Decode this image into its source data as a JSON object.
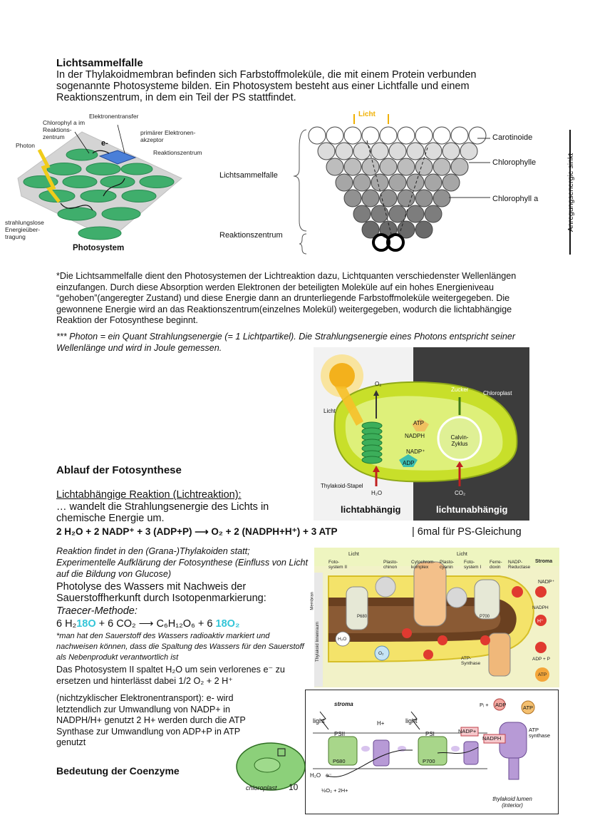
{
  "section1": {
    "title": "Lichtsammelfalle",
    "body": "In der Thylakoidmembran befinden sich Farbstoffmoleküle, die mit einem Protein verbunden sogenannte Photosysteme bilden. Ein Photosystem besteht aus einer Lichtfalle und einem Reaktionszentrum, in dem ein Teil der PS stattfindet."
  },
  "photosystem_figure": {
    "label_chlorophyll": "Chlorophyl a im Reaktions- zentrum",
    "label_transfer": "Elektronentransfer",
    "label_e": "e-",
    "label_acceptor": "primärer Elektronen- akzeptor",
    "label_center": "Reaktionszentrum",
    "label_photon": "Photon",
    "label_strahlungslos": "strahlungslose Energieüber- tragung",
    "caption": "Photosystem"
  },
  "funnel_figure": {
    "licht": "Licht",
    "lichtsammelfalle": "Lichtsammelfalle",
    "reaktionszentrum": "Reaktionszentrum",
    "carotinoide": "Carotinoide",
    "chlorophylle": "Chlorophylle",
    "chlorophyll_a": "Chlorophyll a",
    "side_label": "Anregungsenergie sinkt"
  },
  "note1": "*Die Lichtsammelfalle dient den Photosystemen der Lichtreaktion dazu, Lichtquanten verschiedenster Wellenlängen einzufangen. Durch diese Absorption werden Elektronen der beteiligten Moleküle auf ein hohes Energieniveau “gehoben”(angeregter Zustand) und diese Energie dann an drunterliegende Farbstoffmoleküle weitergegeben. Die gewonnene Energie wird an das Reaktionszentrum(einzelnes Molekül) weitergegeben, wodurch die lichtabhängige Reaktion der Fotosynthese beginnt.",
  "note2": "*** Photon = ein Quant Strahlungsenergie (= 1 Lichtpartikel). Die Strahlungsenergie eines Photons entspricht seiner Wellenlänge und wird in Joule gemessen.",
  "chloroplast_figure": {
    "o2": "O₂",
    "zucker": "Zucker",
    "chloroplast": "Chloroplast",
    "licht": "Licht",
    "atp": "ATP",
    "nadph": "NADPH",
    "nadp": "NADP⁺",
    "adp": "ADP",
    "calvin": "Calvin- Zyklus",
    "stapel": "Thylakoid-Stapel",
    "h2o": "H₂O",
    "co2": "CO₂",
    "caption_left": "lichtabhängig",
    "caption_right": "lichtunabhängig"
  },
  "section2": {
    "title": "Ablauf der Fotosynthese",
    "subtitle": "Lichtabhängige Reaktion (Lichtreaktion):",
    "line1": "… wandelt die Strahlungsenergie des Lichts in chemische Energie um.",
    "equation": "2 H₂O + 2 NADP⁺ + 3 (ADP+P)  ⟶  O₂ + 2 (NADPH+H⁺) + 3 ATP",
    "equation_note": "| 6mal für PS-Gleichung",
    "ital1": "Reaktion findet in den (Grana-)Thylakoiden statt; Experimentelle Aufklärung der Fotosynthese (Einfluss von Licht auf die Bildung von Glucose)",
    "body1": "Photolyse des Wassers mit Nachweis der Sauerstoffherkunft durch Isotopenmarkierung:",
    "tracer": "Traecer-Methode:",
    "eq_a": "6 H₂",
    "eq_iso": "18O",
    "eq_b": " + 6 CO₂  ⟶  C₆H₁₂O₆  +  6 ",
    "eq_iso2": "18O₂",
    "ital2": "*man hat den Sauerstoff des Wassers radioaktiv markiert und nachweisen können, dass die Spaltung des Wassers für den Sauerstoff als Nebenprodukt verantwortlich ist",
    "body2": "Das Photosystem II spaltet H₂O um sein verlorenes e⁻ zu ersetzen und hinterlässt dabei 1/2 O₂ + 2 H⁺",
    "body3": "(nichtzyklischer Elektronentransport): e- wird letztendlich zur Umwandlung von NADP+ in NADPH/H+ genutzt 2 H+ werden durch die ATP Synthase zur Umwandlung von ADP+P in ATP genutzt",
    "coenzyme_title": "Bedeutung der Coenzyme"
  },
  "membrane_figure": {
    "licht1": "Licht",
    "licht2": "Licht",
    "fotosystem2": "Foto- system II",
    "plasto": "Plasto- chinon",
    "cytochrom": "Cytochrom- komplex",
    "plastocyanin": "Plasto- cyanin",
    "fotosystem1": "Foto- system I",
    "ferredoxin": "Ferre- doxin",
    "nadp_reductase": "NADP- Reductase",
    "stroma": "Stroma",
    "nadp": "NADP⁺",
    "hplus": "H⁺",
    "nadph": "NADPH",
    "adp": "ADP + P",
    "atp": "ATP",
    "h2o": "H₂O",
    "o2": "O₂",
    "atp_synthase": "ATP- Synthase",
    "side_membran": "Membran",
    "side_innenraum": "Thylakoid Innenraum",
    "p680": "P680",
    "p700": "P700"
  },
  "sketch_figure": {
    "stroma": "stroma",
    "light1": "light",
    "light2": "light",
    "ps2": "PSII",
    "ps1": "PSI",
    "hplus": "H+",
    "p680": "P680",
    "p700": "P700",
    "h2o": "H₂O",
    "e": "e⁻",
    "o2": "½O₂ + 2H+",
    "nadp": "NADP+",
    "nadph": "NADPH",
    "pi": "Pᵢ +",
    "adp": "ADP",
    "atp": "ATP",
    "atp_synthase": "ATP synthase",
    "lumen": "thylakoid lumen (interior)",
    "chloroplast": "chloroplast",
    "page": "10"
  }
}
